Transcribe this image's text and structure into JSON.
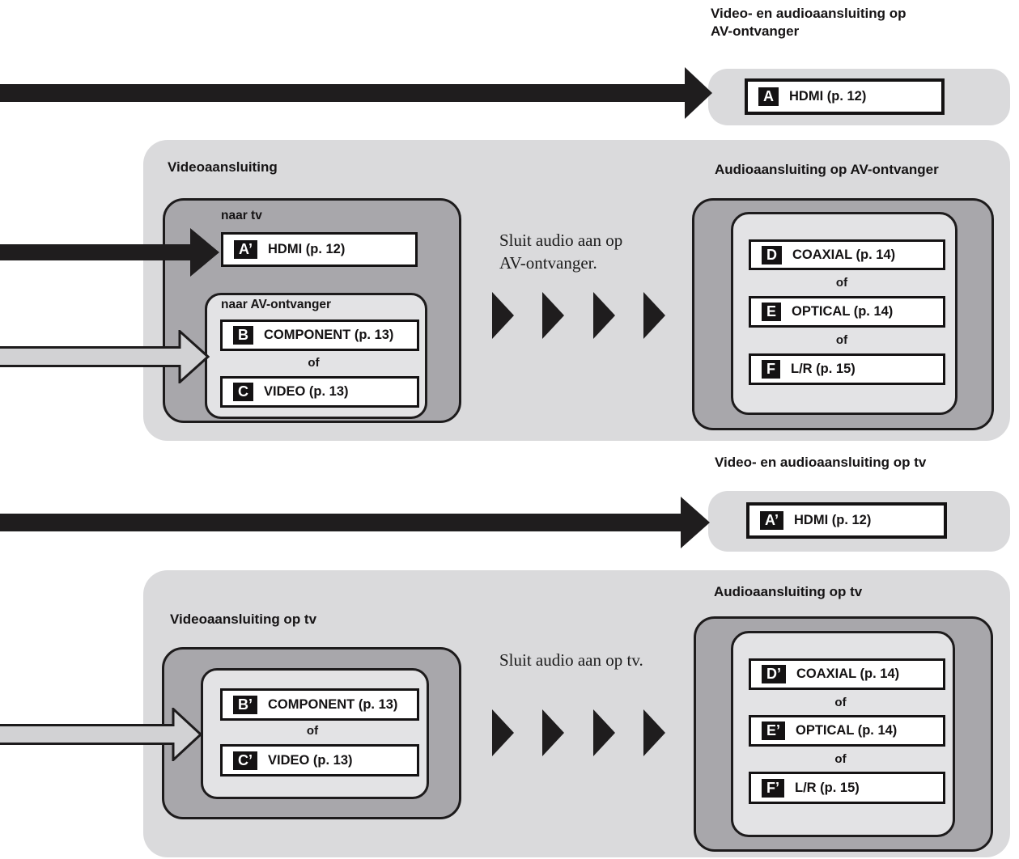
{
  "colors": {
    "container_gray": "#dadadc",
    "panel_gray": "#a8a7ab",
    "inner_gray": "#e3e3e5",
    "arrow_gray": "#d2d2d4",
    "black": "#1d1b1c"
  },
  "row1": {
    "heading_line1": "Video- en audioaansluiting op",
    "heading_line2": "AV-ontvanger",
    "hdmi": {
      "badge": "A",
      "label": "HDMI (p. 12)"
    }
  },
  "middle": {
    "video_heading": "Videoaansluiting",
    "audio_heading": "Audioaansluiting op AV-ontvanger",
    "to_tv_label": "naar tv",
    "hdmi": {
      "badge": "A’",
      "label": "HDMI (p. 12)"
    },
    "to_av_label": "naar AV-ontvanger",
    "component": {
      "badge": "B",
      "label": "COMPONENT (p. 13)"
    },
    "or1": "of",
    "video": {
      "badge": "C",
      "label": "VIDEO (p. 13)"
    },
    "note_line1": "Sluit audio aan op",
    "note_line2": "AV-ontvanger.",
    "coaxial": {
      "badge": "D",
      "label": "COAXIAL (p. 14)"
    },
    "or2": "of",
    "optical": {
      "badge": "E",
      "label": "OPTICAL (p. 14)"
    },
    "or3": "of",
    "lr": {
      "badge": "F",
      "label": "L/R (p. 15)"
    }
  },
  "row4": {
    "heading": "Video- en audioaansluiting op tv",
    "hdmi": {
      "badge": "A’",
      "label": "HDMI (p. 12)"
    }
  },
  "bottom": {
    "video_heading": "Videoaansluiting op tv",
    "audio_heading": "Audioaansluiting op tv",
    "component": {
      "badge": "B’",
      "label": "COMPONENT (p. 13)"
    },
    "or1": "of",
    "video": {
      "badge": "C’",
      "label": "VIDEO (p. 13)"
    },
    "note": "Sluit audio aan op tv.",
    "coaxial": {
      "badge": "D’",
      "label": "COAXIAL (p. 14)"
    },
    "or2": "of",
    "optical": {
      "badge": "E’",
      "label": "OPTICAL (p. 14)"
    },
    "or3": "of",
    "lr": {
      "badge": "F’",
      "label": "L/R (p. 15)"
    }
  }
}
